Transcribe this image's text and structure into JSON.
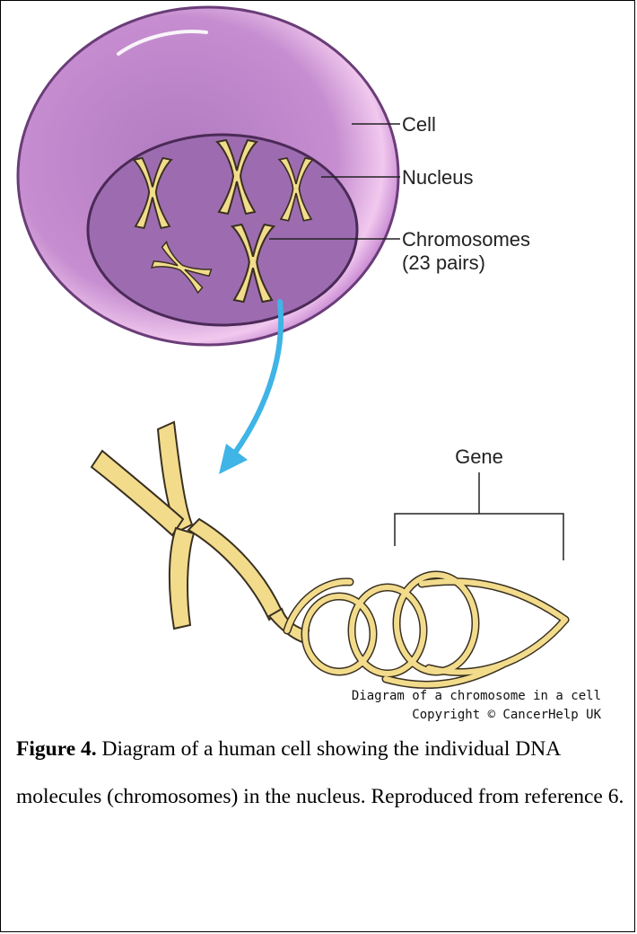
{
  "labels": {
    "cell": "Cell",
    "nucleus": "Nucleus",
    "chromosomes_line1": "Chromosomes",
    "chromosomes_line2": "(23 pairs)",
    "gene": "Gene"
  },
  "credit": {
    "line1": "Diagram of a chromosome in a cell",
    "line2": "Copyright © CancerHelp UK"
  },
  "caption": {
    "figure_label": "Figure 4.",
    "text": " Diagram of a human cell showing the individual DNA molecules (chromosomes) in the nucleus. Reproduced from reference 6."
  },
  "colors": {
    "cell_outer": "#c98ad2",
    "cell_rim": "#f2c6ee",
    "nucleus": "#9d6cb0",
    "chromosome": "#f2dc8c",
    "arrow": "#3fb4e6"
  }
}
